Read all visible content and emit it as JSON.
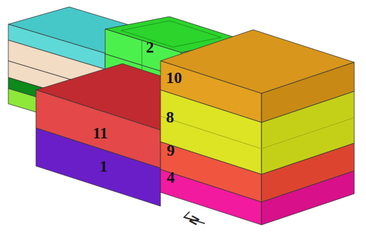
{
  "diagram": {
    "labels": [
      "2",
      "10",
      "8",
      "11",
      "9",
      "1",
      "4",
      "N"
    ]
  }
}
